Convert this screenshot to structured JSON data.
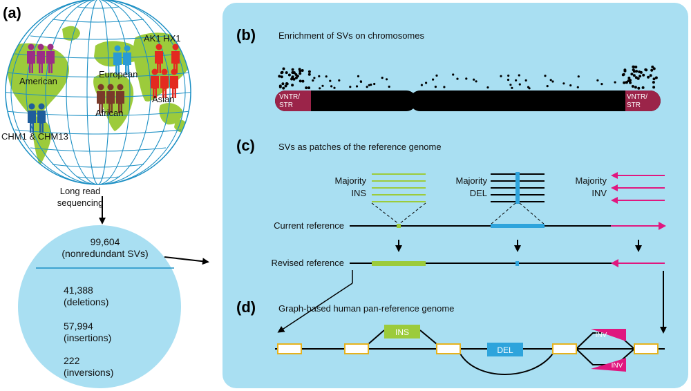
{
  "panels": {
    "a": "(a)",
    "b": "(b)",
    "c": "(c)",
    "d": "(d)"
  },
  "globe": {
    "groups": [
      {
        "label": "American",
        "color": "#9b2e86"
      },
      {
        "label": "European",
        "color": "#2a9bd4"
      },
      {
        "label": "AK1 HX1",
        "color": "#e32a20"
      },
      {
        "label": "Asian",
        "color": "#e32a20"
      },
      {
        "label": "African",
        "color": "#7a3a2a"
      },
      {
        "label": "CHM1 & CHM13",
        "color": "#1f5d9c"
      }
    ]
  },
  "sequencing": {
    "line1": "Long read",
    "line2": "sequencing"
  },
  "summary": {
    "total_value": "99,604",
    "total_label": "(nonredundant SVs)",
    "items": [
      {
        "value": "41,388",
        "label": "(deletions)"
      },
      {
        "value": "57,994",
        "label": "(insertions)"
      },
      {
        "value": "222",
        "label": "(inversions)"
      }
    ]
  },
  "b": {
    "title": "Enrichment of SVs on chromosomes",
    "left_cap": [
      "VNTR/",
      "STR"
    ],
    "right_cap": [
      "VNTR/",
      "STR"
    ]
  },
  "c": {
    "title": "SVs as patches of the reference genome",
    "current_reference": "Current reference",
    "revised_reference": "Revised reference",
    "ins": [
      "Majority",
      "INS"
    ],
    "del": [
      "Majority",
      "DEL"
    ],
    "inv": [
      "Majority",
      "INV"
    ]
  },
  "d": {
    "title": "Graph-based human pan-reference genome",
    "ins_label": "INS",
    "del_label": "DEL",
    "inv_label": "INV"
  },
  "colors": {
    "panel_bg": "#a9dff2",
    "globe_line": "#1b8fc4",
    "land": "#9ccb3b",
    "ins": "#9ccb3b",
    "del": "#2ea4dc",
    "inv": "#e0177f",
    "vntr": "#9b2449",
    "node_border": "#e6b21e"
  }
}
